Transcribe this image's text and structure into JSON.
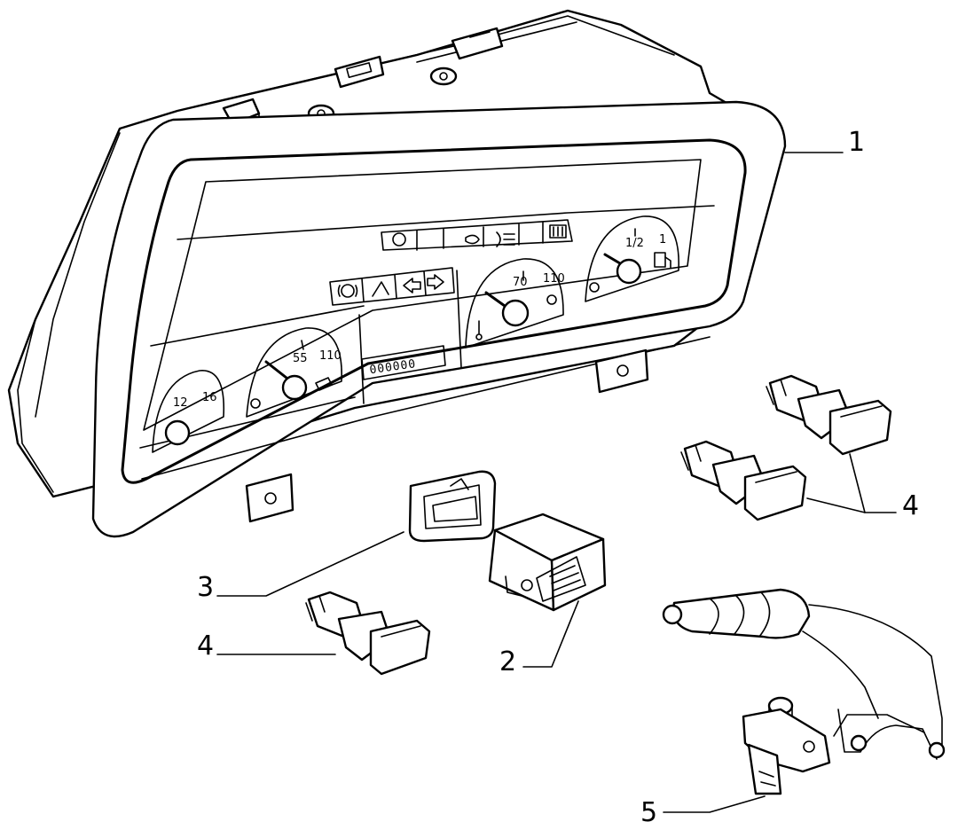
{
  "parts": [
    {
      "id": "1",
      "component": "instrument-cluster"
    },
    {
      "id": "2",
      "component": "rotary-switch"
    },
    {
      "id": "3",
      "component": "switch-bezel"
    },
    {
      "id": "4",
      "component": "push-switch"
    },
    {
      "id": "4",
      "component": "push-switch-pair"
    },
    {
      "id": "5",
      "component": "handbrake-switch"
    }
  ],
  "gauges": {
    "tachometer": {
      "mark_low": "12",
      "mark_high": "16"
    },
    "oil": {
      "mark_mid": "55",
      "mark_high": "110"
    },
    "temperature": {
      "mark_mid": "70",
      "mark_high": "110"
    },
    "fuel": {
      "mark_half": "1/2",
      "mark_full": "1"
    }
  },
  "odometer": "000000",
  "icons": [
    "fog-light-icon",
    "rear-fog-icon",
    "low-beam-icon",
    "rear-defrost-icon",
    "brake-warning-icon",
    "seat-heat-icon",
    "turn-left-icon",
    "turn-right-icon",
    "fuel-pump-icon",
    "oil-can-icon",
    "thermometer-icon"
  ]
}
